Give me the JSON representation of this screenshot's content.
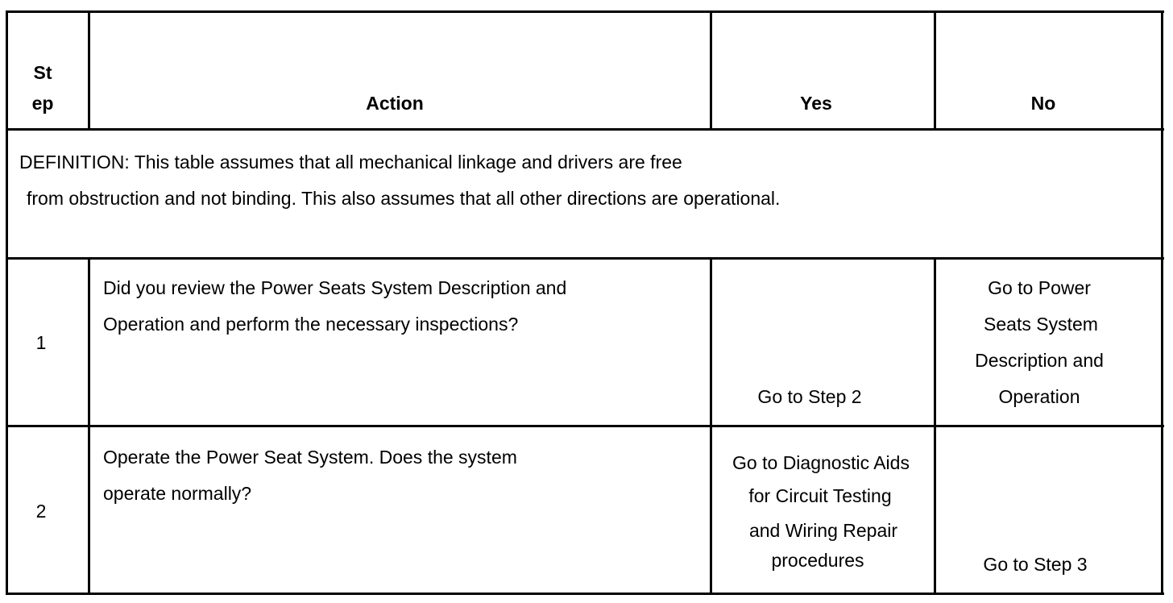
{
  "header": {
    "step": [
      "St",
      "ep"
    ],
    "action": "Action",
    "yes": "Yes",
    "no": "No"
  },
  "definition": [
    "DEFINITION: This table assumes that all mechanical linkage and drivers are free",
    "from obstruction and not binding. This also assumes that all other directions are operational."
  ],
  "rows": [
    {
      "step": "1",
      "action": [
        "Did you review the Power Seats System Description and",
        "Operation and perform the necessary inspections?"
      ],
      "yes": [
        "Go to Step 2"
      ],
      "no": [
        "Go to Power",
        "Seats System",
        "Description and",
        "Operation"
      ]
    },
    {
      "step": "2",
      "action": [
        "Operate the Power Seat System. Does the system",
        "operate normally?"
      ],
      "yes": [
        "Go to Diagnostic Aids",
        "for Circuit Testing",
        "and  Wiring Repair",
        "procedures"
      ],
      "no": [
        "Go to Step 3"
      ]
    }
  ]
}
